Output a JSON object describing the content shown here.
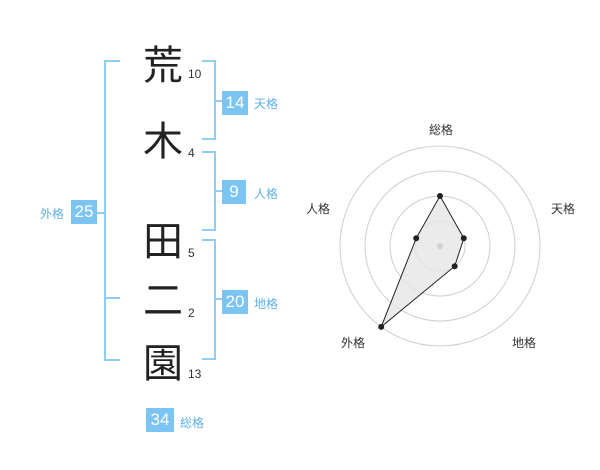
{
  "name_chars": [
    {
      "char": "荒",
      "strokes": "10"
    },
    {
      "char": "木",
      "strokes": "4"
    },
    {
      "char": "田",
      "strokes": "5"
    },
    {
      "char": "二",
      "strokes": "2"
    },
    {
      "char": "園",
      "strokes": "13"
    }
  ],
  "kaku": {
    "tenkaku": {
      "label": "天格",
      "value": "14"
    },
    "jinkaku": {
      "label": "人格",
      "value": "9"
    },
    "chikaku": {
      "label": "地格",
      "value": "20"
    },
    "gaikaku": {
      "label": "外格",
      "value": "25"
    },
    "soukaku": {
      "label": "総格",
      "value": "34"
    }
  },
  "radar": {
    "axes": [
      "総格",
      "天格",
      "地格",
      "外格",
      "人格"
    ],
    "levels": 4,
    "values": [
      2,
      1,
      1,
      4,
      1
    ],
    "max": 4,
    "colors": {
      "ring": "#cfcfcf",
      "fill": "#e6e6e6",
      "line": "#222222",
      "center": "#d0d0d0"
    }
  }
}
